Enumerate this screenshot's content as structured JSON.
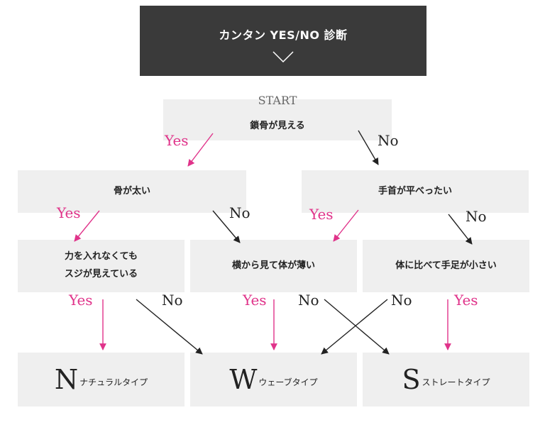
{
  "header": {
    "title": "カンタン YES/NO 診断"
  },
  "start": {
    "label": "START",
    "question": "鎖骨が見える"
  },
  "level2": {
    "left": "骨が太い",
    "right": "手首が平べったい"
  },
  "level3": {
    "left": "力を入れなくても\nスジが見えている",
    "middle": "横から見て体が薄い",
    "right": "体に比べて手足が小さい"
  },
  "answers": {
    "yes": "Yes",
    "no": "No"
  },
  "results": [
    {
      "letter": "N",
      "label": "ナチュラルタイプ"
    },
    {
      "letter": "W",
      "label": "ウェーブタイプ"
    },
    {
      "letter": "S",
      "label": "ストレートタイプ"
    }
  ],
  "colors": {
    "yes": "#e0338a",
    "no": "#222222",
    "header_bg": "#3a3a3a",
    "box_bg": "#efefef"
  }
}
